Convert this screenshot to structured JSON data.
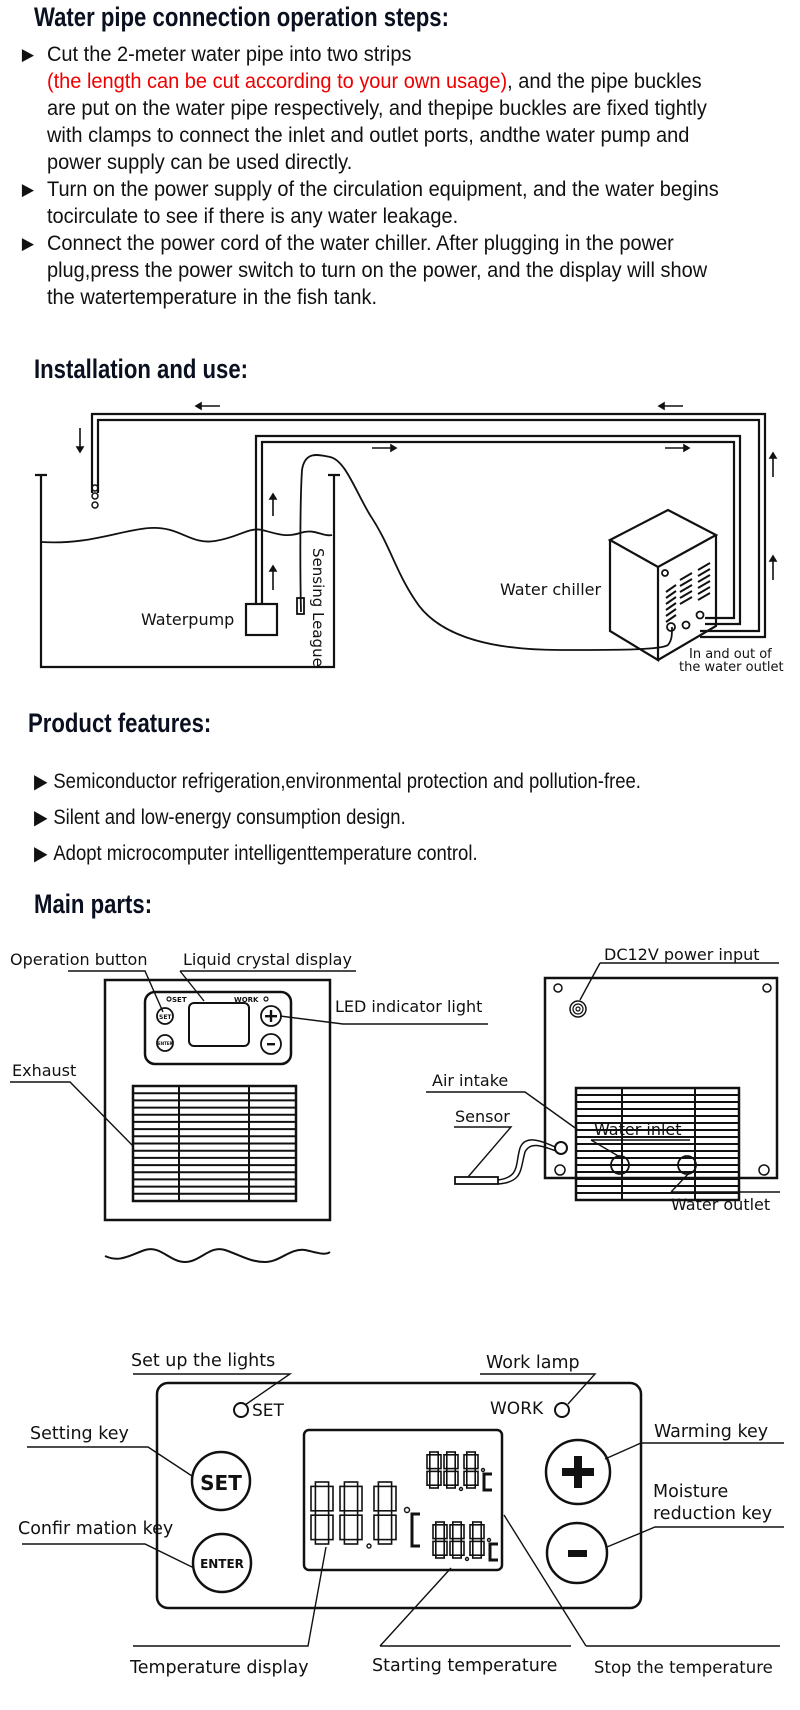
{
  "sections": {
    "pipe_steps": {
      "title": "Water pipe connection operation steps:",
      "steps": [
        {
          "line1": "Cut the 2-meter water pipe into two strips",
          "red": "(the length can be cut according to your own usage)",
          "rest": ", and the pipe buckles are put on the water pipe respectively, and thepipe buckles are fixed tightly with clamps to connect the inlet and outlet ports, andthe water pump and power supply can be used directly."
        },
        {
          "text": "Turn on the power supply of the circulation equipment, and the water begins tocirculate to see if there is any water leakage."
        },
        {
          "text": "Connect the power cord of the water chiller. After plugging in the power plug,press the power switch to turn on the power, and the display will show the watertemperature in the fish tank."
        }
      ]
    },
    "installation": {
      "title": "Installation and use:",
      "labels": {
        "waterpump": "Waterpump",
        "sensing": "Sensing League",
        "chiller": "Water chiller",
        "inout_1": "In and out of",
        "inout_2": "the water outlet"
      }
    },
    "features": {
      "title": "Product features:",
      "items": [
        "Semiconductor refrigeration,environmental protection and pollution-free.",
        "Silent and low-energy consumption design.",
        "Adopt microcomputer intelligenttemperature control."
      ]
    },
    "main_parts": {
      "title": "Main parts:",
      "front": {
        "operation_button": "Operation button",
        "lcd": "Liquid crystal display",
        "led": "LED indicator light",
        "exhaust": "Exhaust",
        "panel_set": "SET",
        "panel_work": "WORK",
        "btn_set": "SET",
        "btn_enter": "ENTER"
      },
      "back": {
        "dc_input": "DC12V power input",
        "air_intake": "Air intake",
        "sensor": "Sensor",
        "water_inlet": "Water inlet",
        "water_outlet": "Water outlet"
      }
    },
    "panel": {
      "set_lights": "Set up the lights",
      "work_lamp": "Work lamp",
      "set_indicator": "SET",
      "work_indicator": "WORK",
      "setting_key": "Setting key",
      "confirmation_key": "Confir mation key",
      "warming_key": "Warming key",
      "moisture_1": "Moisture",
      "moisture_2": "reduction key",
      "btn_set": "SET",
      "btn_enter": "ENTER",
      "temp_display": "Temperature display",
      "start_temp": "Starting temperature",
      "stop_temp": "Stop the temperature"
    }
  },
  "bullet_glyph": "▶"
}
